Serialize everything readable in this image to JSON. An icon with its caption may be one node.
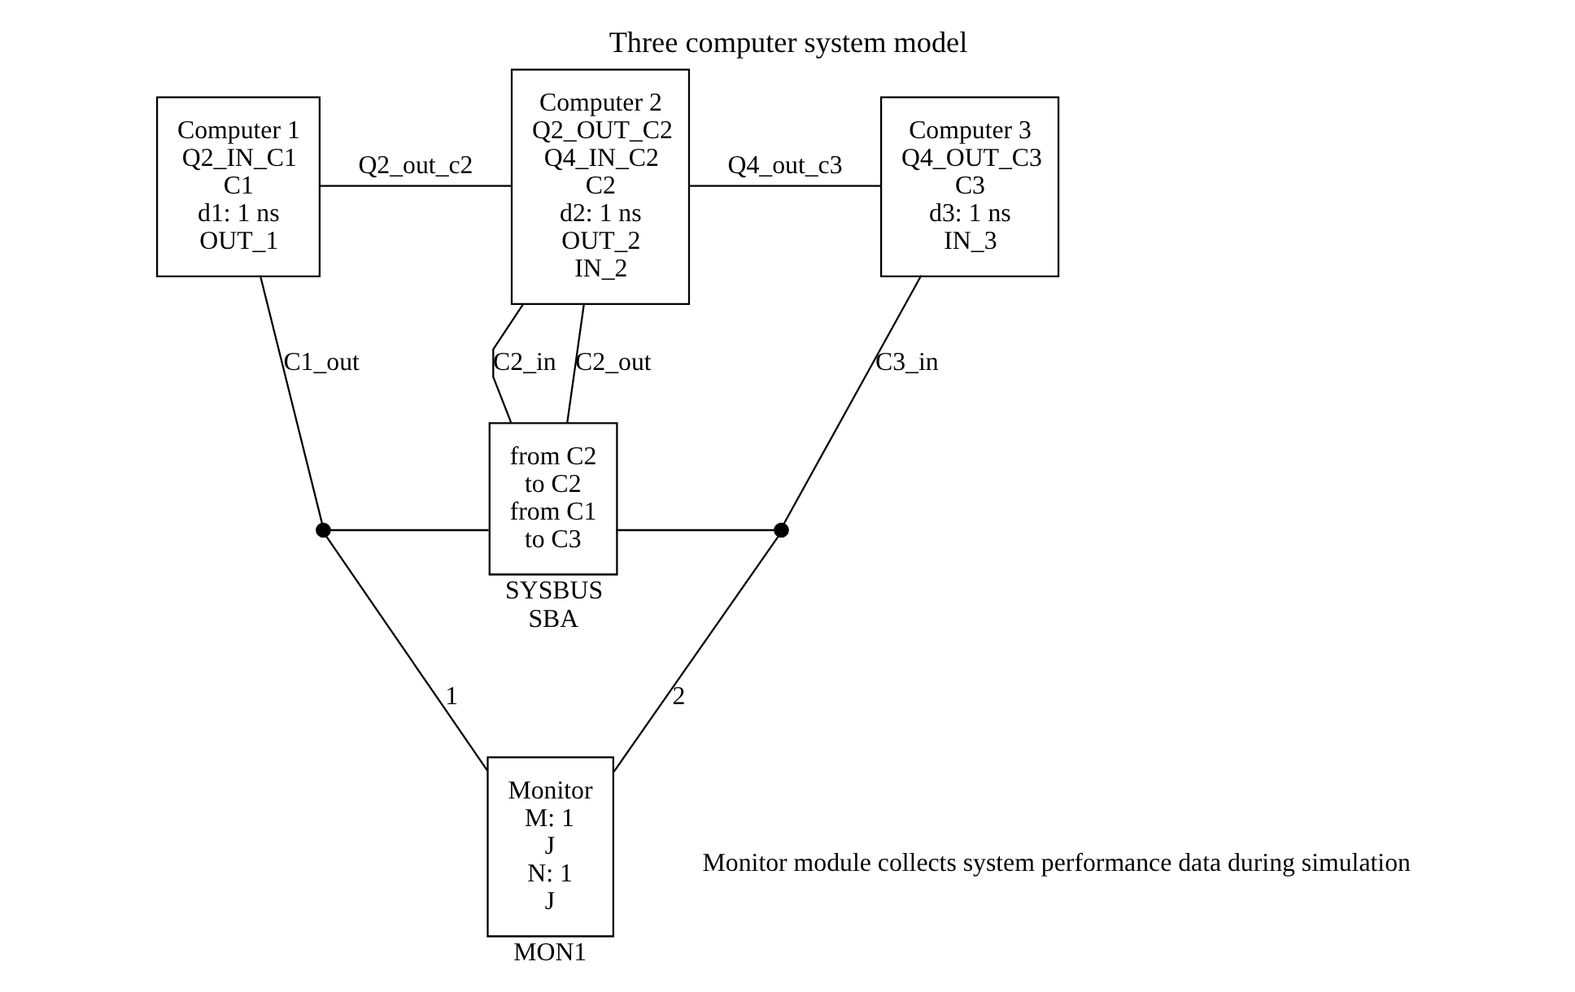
{
  "diagram": {
    "title": "Three computer system model",
    "nodes": [
      {
        "text": [
          "Computer 1",
          "Q2_IN_C1",
          "C1",
          "d1: 1 ns",
          "OUT_1"
        ]
      },
      {
        "text": [
          "Computer 2",
          "Q2_OUT_C2",
          "Q4_IN_C2",
          "C2",
          "d2: 1 ns",
          "OUT_2",
          "IN_2"
        ]
      },
      {
        "text": [
          "Computer 3",
          "Q4_OUT_C3",
          "C3",
          "d3: 1 ns",
          "IN_3"
        ]
      },
      {
        "text": [
          "from C2",
          "to C2",
          "from C1",
          "to C3"
        ],
        "beside": [
          "SYSBUS",
          "SBA"
        ]
      },
      {
        "text": [],
        "shape": "circle"
      },
      {
        "text": [],
        "shape": "circle"
      },
      {
        "text": [
          "Monitor",
          "M: 1",
          "J",
          "N: 1",
          "J"
        ],
        "beside": [
          "MON1"
        ]
      }
    ],
    "edges": [
      {
        "from": 0,
        "to": 1,
        "arrow": "none",
        "label": "Q2_out_c2"
      },
      {
        "from": 1,
        "to": 2,
        "arrow": "none",
        "label": "Q4_out_c3"
      },
      {
        "from": 1,
        "to": 3,
        "arrow": "none",
        "label": "C2_out"
      },
      {
        "from": 1,
        "to": 3,
        "arrow": "none",
        "label": "C2_in"
      },
      {
        "from": 0,
        "to": 4,
        "arrow": "none",
        "label": "C1_out"
      },
      {
        "from": 4,
        "to": 3,
        "arrow": "none"
      },
      {
        "from": 3,
        "to": 5,
        "arrow": "none"
      },
      {
        "from": 5,
        "to": 2,
        "arrow": "none",
        "label": "C3_in"
      },
      {
        "from": 4,
        "to": 6,
        "arrow": "none",
        "label": "1"
      },
      {
        "from": 5,
        "to": 6,
        "arrow": "none",
        "label": "2"
      }
    ],
    "labels": [
      "Monitor module collects system performance data during simulation"
    ]
  }
}
